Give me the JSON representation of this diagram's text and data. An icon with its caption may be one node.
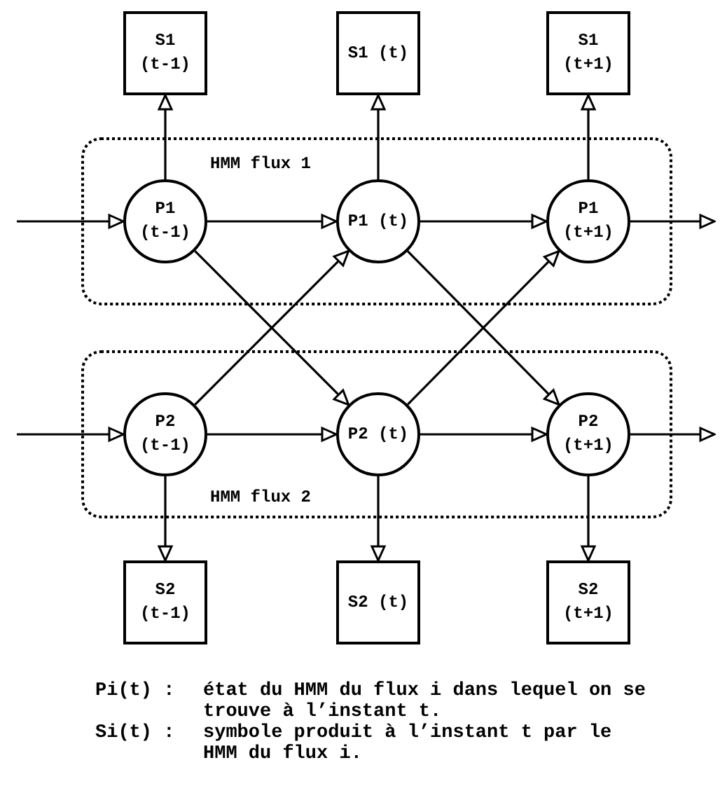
{
  "diagram": {
    "nodes": [
      {
        "text": [
          "S1 (t-1)"
        ]
      },
      {
        "text": [
          "S1 (t)"
        ]
      },
      {
        "text": [
          "S1 (t+1)"
        ]
      },
      {
        "text": [
          "HMM flux 1"
        ]
      },
      {
        "text": [
          "P1 (t-1)"
        ],
        "in": 3
      },
      {
        "text": [
          "P1 (t)"
        ],
        "in": 3
      },
      {
        "text": [
          "P1 (t+1)"
        ],
        "in": 3
      },
      {
        "text": [
          "HMM flux 2"
        ]
      },
      {
        "text": [
          "P2 (t-1)"
        ],
        "in": 7
      },
      {
        "text": [
          "P2 (t)"
        ],
        "in": 7
      },
      {
        "text": [
          "P2 (t+1)"
        ],
        "in": 7
      },
      {
        "text": [
          "S2 (t-1)"
        ]
      },
      {
        "text": [
          "S2 (t)"
        ]
      },
      {
        "text": [
          "S2 (t+1)"
        ]
      }
    ],
    "edges": [
      {
        "from": null,
        "to": 4,
        "arrow": "to"
      },
      {
        "from": 4,
        "to": 5,
        "arrow": "to"
      },
      {
        "from": 5,
        "to": 6,
        "arrow": "to"
      },
      {
        "from": 6,
        "to": null,
        "arrow": "to"
      },
      {
        "from": null,
        "to": 8,
        "arrow": "to"
      },
      {
        "from": 8,
        "to": 9,
        "arrow": "to"
      },
      {
        "from": 9,
        "to": 10,
        "arrow": "to"
      },
      {
        "from": 10,
        "to": null,
        "arrow": "to"
      },
      {
        "from": 4,
        "to": 0,
        "arrow": "to"
      },
      {
        "from": 5,
        "to": 1,
        "arrow": "to"
      },
      {
        "from": 6,
        "to": 2,
        "arrow": "to"
      },
      {
        "from": 8,
        "to": 11,
        "arrow": "to"
      },
      {
        "from": 9,
        "to": 12,
        "arrow": "to"
      },
      {
        "from": 10,
        "to": 13,
        "arrow": "to"
      },
      {
        "from": 4,
        "to": 9,
        "arrow": "to"
      },
      {
        "from": 8,
        "to": 5,
        "arrow": "to"
      },
      {
        "from": 5,
        "to": 10,
        "arrow": "to"
      },
      {
        "from": 9,
        "to": 6,
        "arrow": "to"
      }
    ],
    "labels": [
      "Pi(t) :",
      "état du HMM du flux i dans lequel on se trouve à l’instant t.",
      "Si(t) :",
      "symbole produit à l’instant t par le HMM du flux i."
    ]
  }
}
